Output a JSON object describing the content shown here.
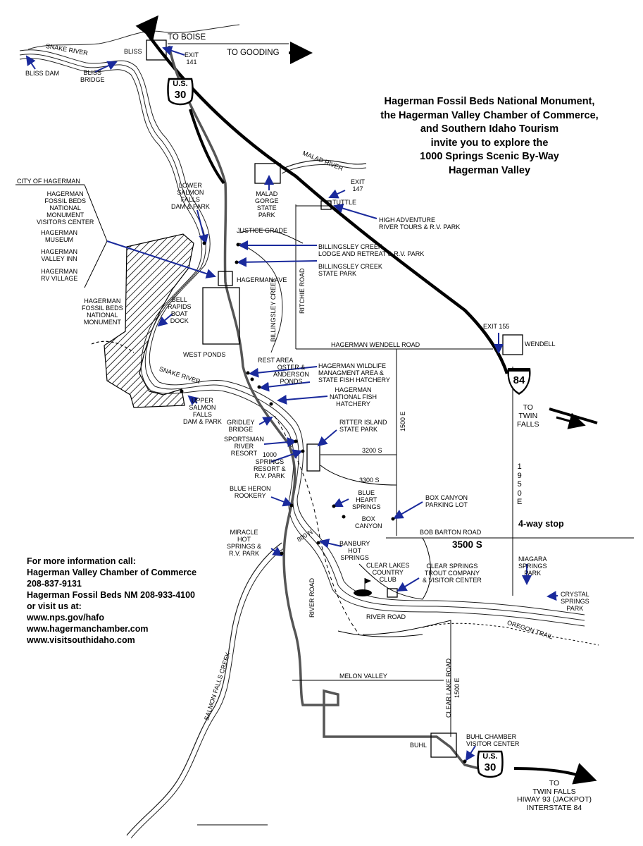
{
  "title": {
    "lines": [
      "Hagerman Fossil Beds National Monument,",
      "the Hagerman Valley Chamber of Commerce,",
      "and Southern Idaho Tourism",
      "invite you to explore the",
      "1000 Springs Scenic By-Way",
      "Hagerman Valley"
    ]
  },
  "info": {
    "lines": [
      "For more information call:",
      "Hagerman Valley Chamber of Commerce",
      "208-837-9131",
      "Hagerman Fossil Beds NM 208-933-4100",
      "or visit us at:",
      "www.nps.gov/hafo",
      "www.hagermanchamber.com",
      "www.visitsouthidaho.com"
    ]
  },
  "shields": {
    "us30_top": {
      "line1": "U.S.",
      "line2": "30"
    },
    "i84": {
      "num": "84"
    },
    "us30_bottom": {
      "line1": "U.S.",
      "line2": "30"
    }
  },
  "labels": {
    "to_boise": "TO BOISE",
    "to_gooding": "TO GOODING",
    "snake_river_top": "SNAKE RIVER",
    "bliss": "BLISS",
    "exit141": "EXIT\n141",
    "bliss_dam": "BLISS DAM",
    "bliss_bridge": "BLISS\nBRIDGE",
    "malad_river": "MALAD   RIVER",
    "exit147": "EXIT\n147",
    "tuttle": "TUTTLE",
    "malad_gorge": "MALAD\nGORGE\nSTATE\nPARK",
    "high_adventure": "HIGH ADVENTURE\nRIVER TOURS & R.V. PARK",
    "city_of_hagerman": "CITY OF HAGERMAN",
    "visitor_center": "HAGERMAN\nFOSSIL BEDS\nNATIONAL\nMONUMENT\nVISITORS CENTER",
    "hagerman_museum": "HAGERMAN\nMUSEUM",
    "valley_inn": "HAGERMAN\nVALLEY INN",
    "rv_village": "HAGERMAN\nRV VILLAGE",
    "lower_salmon": "LOWER\nSALMON\nFALLS\nDAM & PARK",
    "justice_grade": "JUSTICE GRADE",
    "billingsley_lodge": "BILLINGSLEY CREEK\nLODGE AND RETREAT & R.V. PARK",
    "billingsley_state": "BILLINGSLEY CREEK\nSTATE PARK",
    "hagerman_ave": "HAGERMAN AVE",
    "hfb_monument": "HAGERMAN\nFOSSIL BEDS\nNATIONAL\nMONUMENT",
    "bell_rapids": "BELL\nRAPIDS\nBOAT\nDOCK",
    "billingsley_creek": "BILLINGSLEY CREEK",
    "ritchie_road": "RITCHIE ROAD",
    "exit155": "EXIT 155",
    "wendell": "WENDELL",
    "hagerman_wendell": "HAGERMAN WENDELL ROAD",
    "west_ponds": "WEST PONDS",
    "rest_area": "REST AREA",
    "oster": "OSTER &\nANDERSON\nPONDS",
    "wildlife": "HAGERMAN WILDLIFE\nMANAGMENT AREA &\nSTATE FISH HATCHERY",
    "national_fish": "HAGERMAN\nNATIONAL FISH\nHATCHERY",
    "snake_river_mid": "SNAKE   RIVER",
    "upper_salmon": "UPPER\nSALMON\nFALLS\nDAM & PARK",
    "to_twin_falls": "TO\nTWIN\nFALLS",
    "gridley": "GRIDLEY\nBRIDGE",
    "ritter": "RITTER ISLAND\nSTATE PARK",
    "sportsman": "SPORTSMAN\nRIVER\nRESORT",
    "springs_resort": "1000\nSPRINGS\nRESORT &\nR.V. PARK",
    "r3200s": "3200 S",
    "r1500e_top": "1500 E",
    "r3300s": "3300 S",
    "r1950e": "1\n9\n5\n0\nE",
    "blue_heron": "BLUE HERON\nROOKERY",
    "blue_heart": "BLUE\nHEART\nSPRINGS",
    "box_canyon": "BOX\nCANYON",
    "box_canyon_lot": "BOX CANYON\nPARKING LOT",
    "four_way": "4-way stop",
    "bob_barton": "BOB BARTON ROAD",
    "r3500s": "3500 S",
    "miracle": "MIRACLE\nHOT\nSPRINGS &\nR.V. PARK",
    "r800n": "800 N",
    "banbury": "BANBURY\nHOT\nSPRINGS",
    "clear_lakes": "CLEAR LAKES\nCOUNTRY\nCLUB",
    "clear_springs": "CLEAR SPRINGS\nTROUT COMPANY\n& VISITOR CENTER",
    "niagara": "NIAGARA\nSPRINGS\nPARK",
    "crystal": "CRYSTAL\nSPRINGS\nPARK",
    "river_road_vert": "RIVER ROAD",
    "river_road_horiz": "RIVER ROAD",
    "oregon_trail": "OREGON TRAIL",
    "salmon_falls_creek": "SALMON FALLS CREEK",
    "melon_valley": "MELON VALLEY",
    "clear_lake_road": "CLEAR LAKE ROAD",
    "r1500e_bottom": "1500 E",
    "buhl": "BUHL",
    "buhl_chamber": "BUHL CHAMBER\nVISITOR CENTER",
    "to_twin_bottom": "TO\nTWIN FALLS\nHIWAY 93 (JACKPOT)\nINTERSTATE 84"
  }
}
